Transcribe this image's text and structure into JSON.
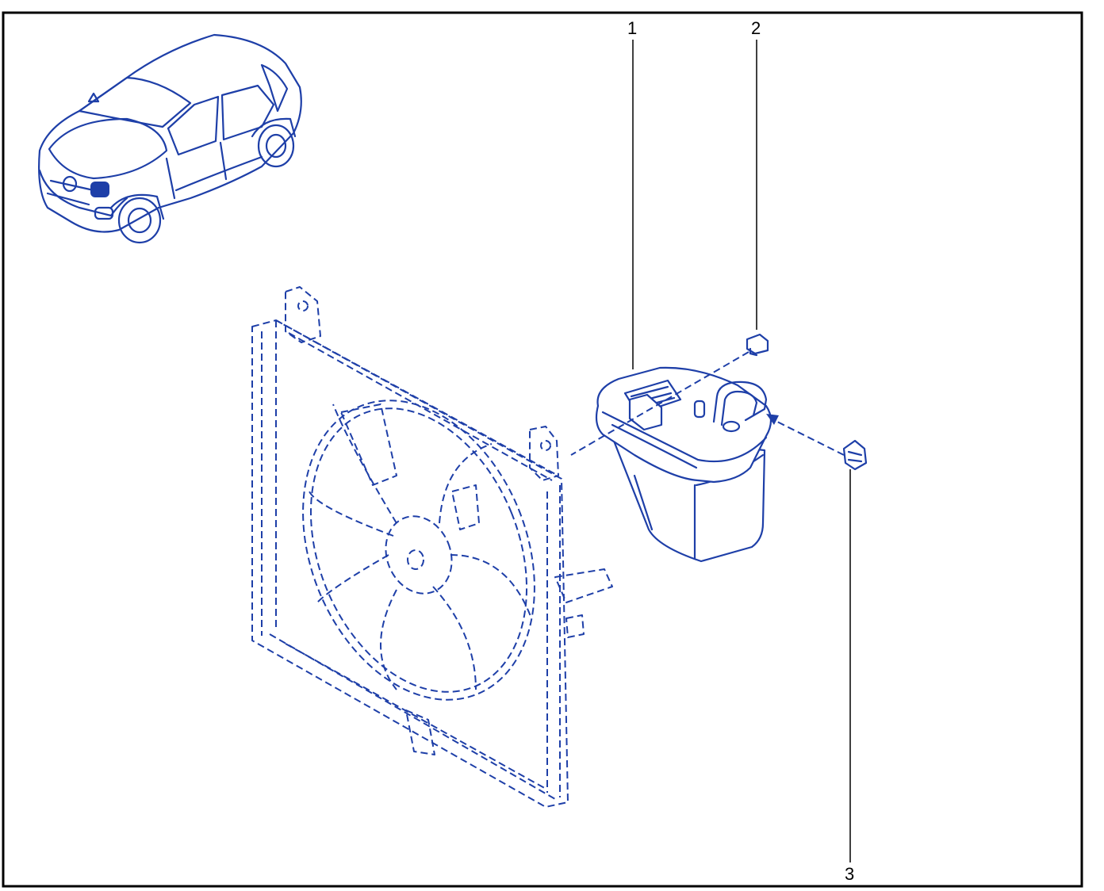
{
  "colors": {
    "line_art": "#1e3fa8",
    "frame": "#000000",
    "background": "#ffffff"
  },
  "callouts": [
    {
      "label": "1"
    },
    {
      "label": "2"
    },
    {
      "label": "3"
    }
  ]
}
